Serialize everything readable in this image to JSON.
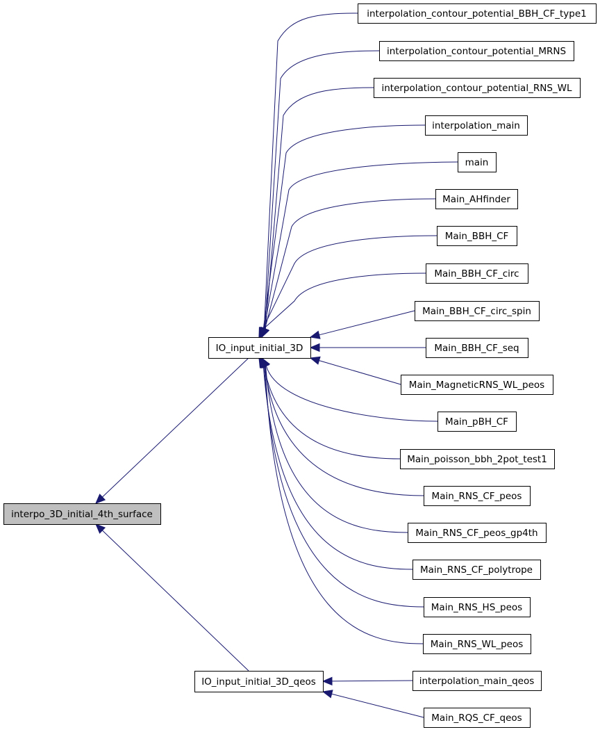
{
  "graph": {
    "root": "interpo_3D_initial_4th_surface",
    "intermediate": [
      "IO_input_initial_3D",
      "IO_input_initial_3D_qeos"
    ],
    "callers_of_IO_input_initial_3D": [
      "interpolation_contour_potential_BBH_CF_type1",
      "interpolation_contour_potential_MRNS",
      "interpolation_contour_potential_RNS_WL",
      "interpolation_main",
      "main",
      "Main_AHfinder",
      "Main_BBH_CF",
      "Main_BBH_CF_circ",
      "Main_BBH_CF_circ_spin",
      "Main_BBH_CF_seq",
      "Main_MagneticRNS_WL_peos",
      "Main_pBH_CF",
      "Main_poisson_bbh_2pot_test1",
      "Main_RNS_CF_peos",
      "Main_RNS_CF_peos_gp4th",
      "Main_RNS_CF_polytrope",
      "Main_RNS_HS_peos",
      "Main_RNS_WL_peos"
    ],
    "callers_of_IO_input_initial_3D_qeos": [
      "interpolation_main_qeos",
      "Main_RQS_CF_qeos"
    ],
    "colors": {
      "edge": "#191970",
      "root_fill": "#bfbfbf",
      "node_fill": "#ffffff"
    }
  }
}
